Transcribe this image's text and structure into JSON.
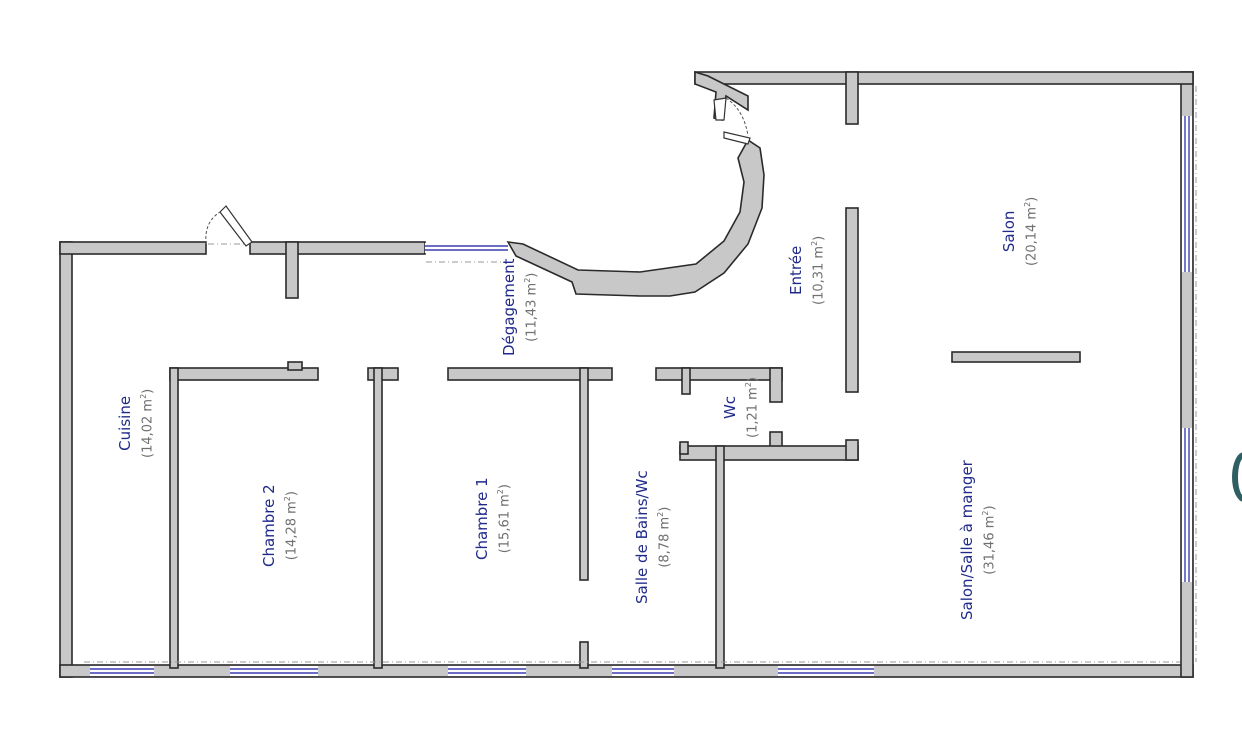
{
  "rooms": [
    {
      "id": "cuisine",
      "name": "Cuisine",
      "area": "(14,02 m",
      "unit": "2",
      ")": ")"
    },
    {
      "id": "chambre2",
      "name": "Chambre 2",
      "area": "(14,28 m",
      "unit": "2"
    },
    {
      "id": "chambre1",
      "name": "Chambre 1",
      "area": "(15,61 m",
      "unit": "2"
    },
    {
      "id": "degagement",
      "name": "Dégagement",
      "area": "(11,43 m",
      "unit": "2"
    },
    {
      "id": "sdb",
      "name": "Salle de Bains/Wc",
      "area": "(8,78 m",
      "unit": "2"
    },
    {
      "id": "wc",
      "name": "Wc",
      "area": "(1,21 m",
      "unit": "2"
    },
    {
      "id": "entree",
      "name": "Entrée",
      "area": "(10,31 m",
      "unit": "2"
    },
    {
      "id": "salon",
      "name": "Salon",
      "area": "(20,14 m",
      "unit": "2"
    },
    {
      "id": "salon-salle",
      "name": "Salon/Salle à manger",
      "area": "(31,46 m",
      "unit": "2"
    }
  ],
  "colors": {
    "label": "#1f2a8a",
    "area": "#707070",
    "wall_fill": "#c8c8c8",
    "window": "#3a3fb0"
  }
}
